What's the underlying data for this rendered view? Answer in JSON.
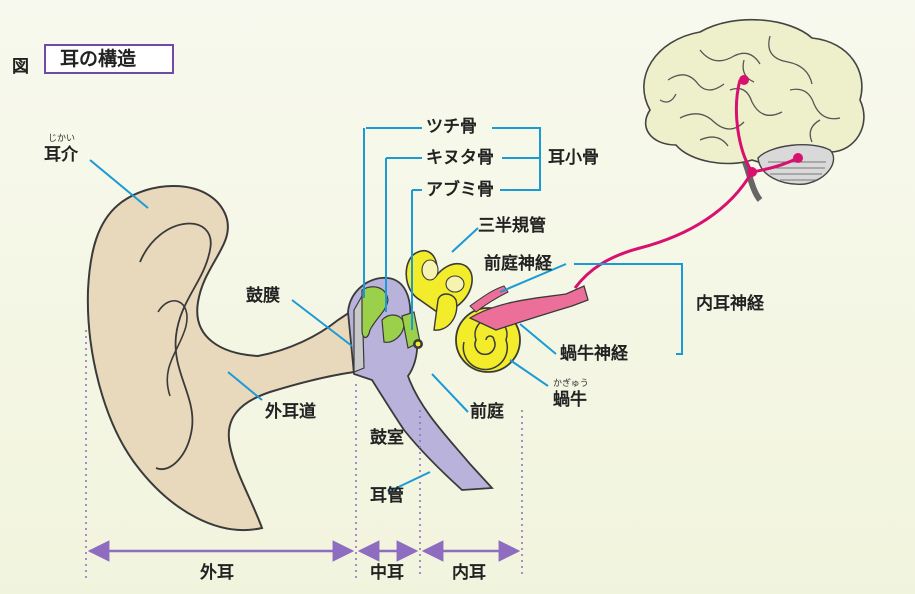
{
  "figure": {
    "tag": "図",
    "title": "耳の構造"
  },
  "labels": {
    "auricle": "耳介",
    "auricle_reading": "じかい",
    "malleus": "ツチ骨",
    "incus": "キヌタ骨",
    "stapes": "アブミ骨",
    "ossicles": "耳小骨",
    "semicircular_canals": "三半規管",
    "vestibular_nerve": "前庭神経",
    "auditory_nerve": "内耳神経",
    "eardrum": "鼓膜",
    "cochlear_nerve": "蝸牛神経",
    "ear_canal": "外耳道",
    "tympanic_cavity": "鼓室",
    "vestibule": "前庭",
    "cochlea": "蝸牛",
    "cochlea_reading": "かぎゅう",
    "eustachian_tube": "耳管"
  },
  "sections": {
    "outer_ear": "外耳",
    "middle_ear": "中耳",
    "inner_ear": "内耳"
  },
  "colors": {
    "leader_line": "#1a9ad6",
    "nerve": "#d8106e",
    "cochlea_fill": "#f2ec2a",
    "auricle_fill": "#e8d9bd",
    "middle_ear_fill": "#b9b2db",
    "ossicle_fill": "#9bd14a",
    "nerve_fill": "#ec6f9a",
    "range_arrow": "#8e6cc0",
    "title_border": "#6f4aa8"
  }
}
